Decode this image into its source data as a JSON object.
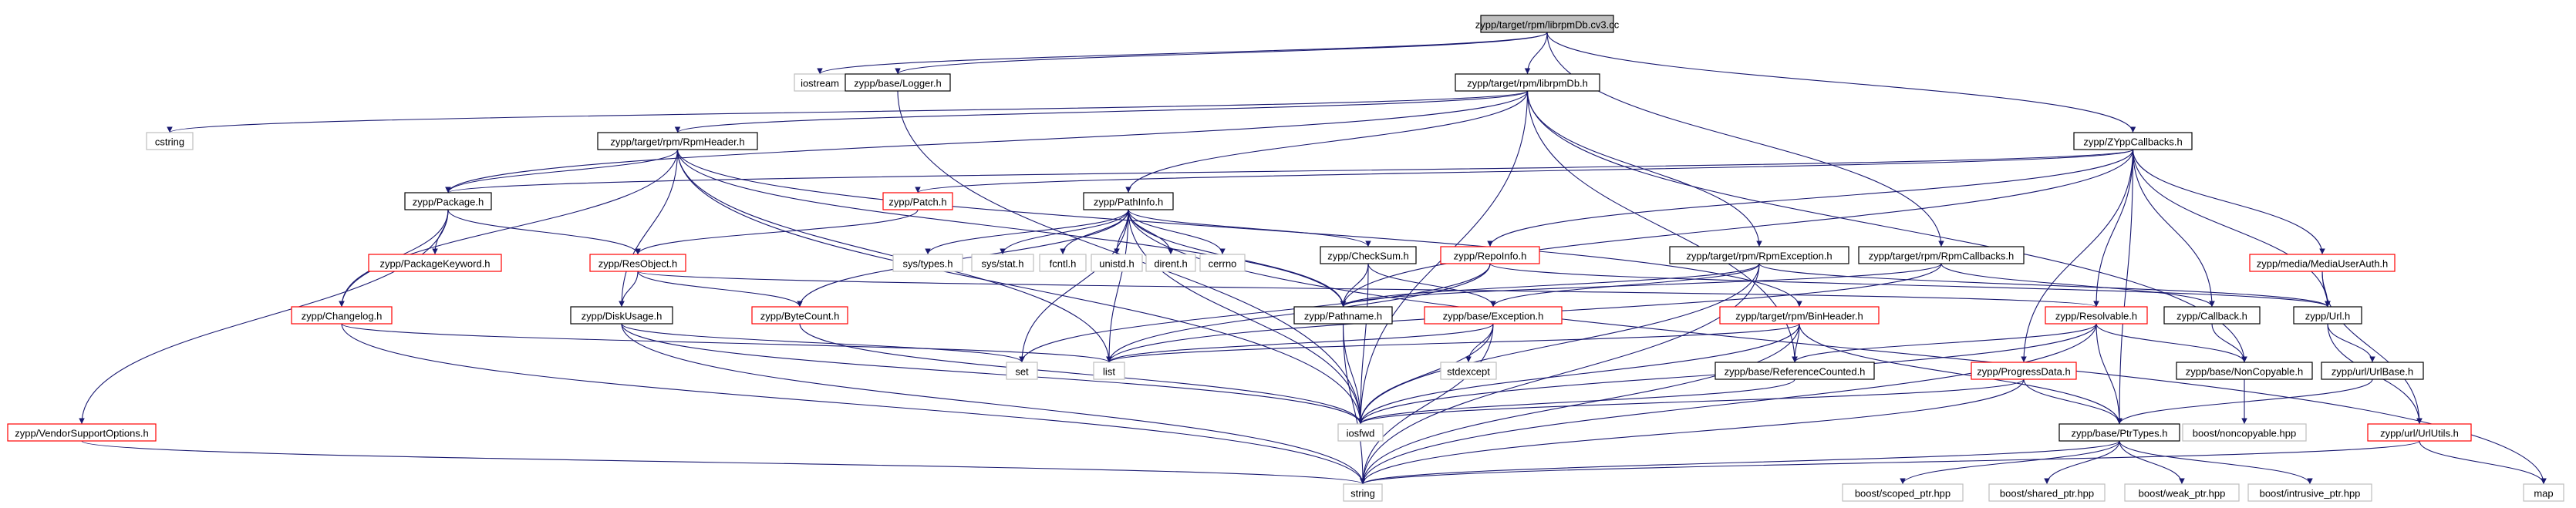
{
  "graph": {
    "nodes": [
      {
        "id": "root",
        "label": "zypp/target/rpm/librpmDb.cv3.cc",
        "kind": "root"
      },
      {
        "id": "iostream",
        "label": "iostream",
        "kind": "system"
      },
      {
        "id": "logger",
        "label": "zypp/base/Logger.h",
        "kind": "doc"
      },
      {
        "id": "librpmdb",
        "label": "zypp/target/rpm/librpmDb.h",
        "kind": "doc"
      },
      {
        "id": "zyppcb",
        "label": "zypp/ZYppCallbacks.h",
        "kind": "doc"
      },
      {
        "id": "cstring",
        "label": "cstring",
        "kind": "system"
      },
      {
        "id": "rpmheader",
        "label": "zypp/target/rpm/RpmHeader.h",
        "kind": "doc"
      },
      {
        "id": "package",
        "label": "zypp/Package.h",
        "kind": "doc"
      },
      {
        "id": "patch",
        "label": "zypp/Patch.h",
        "kind": "nodoc"
      },
      {
        "id": "pathinfo",
        "label": "zypp/PathInfo.h",
        "kind": "doc"
      },
      {
        "id": "pkgkeyword",
        "label": "zypp/PackageKeyword.h",
        "kind": "nodoc"
      },
      {
        "id": "resobject",
        "label": "zypp/ResObject.h",
        "kind": "nodoc"
      },
      {
        "id": "systypes",
        "label": "sys/types.h",
        "kind": "system"
      },
      {
        "id": "sysstat",
        "label": "sys/stat.h",
        "kind": "system"
      },
      {
        "id": "fcntl",
        "label": "fcntl.h",
        "kind": "system"
      },
      {
        "id": "unistd",
        "label": "unistd.h",
        "kind": "system"
      },
      {
        "id": "dirent",
        "label": "dirent.h",
        "kind": "system"
      },
      {
        "id": "cerrno",
        "label": "cerrno",
        "kind": "system"
      },
      {
        "id": "checksum",
        "label": "zypp/CheckSum.h",
        "kind": "doc"
      },
      {
        "id": "repoinfo",
        "label": "zypp/RepoInfo.h",
        "kind": "nodoc"
      },
      {
        "id": "rpmexc",
        "label": "zypp/target/rpm/RpmException.h",
        "kind": "doc"
      },
      {
        "id": "rpmcb",
        "label": "zypp/target/rpm/RpmCallbacks.h",
        "kind": "doc"
      },
      {
        "id": "mediauserauth",
        "label": "zypp/media/MediaUserAuth.h",
        "kind": "nodoc"
      },
      {
        "id": "changelog",
        "label": "zypp/Changelog.h",
        "kind": "nodoc"
      },
      {
        "id": "diskusage",
        "label": "zypp/DiskUsage.h",
        "kind": "doc"
      },
      {
        "id": "bytecount",
        "label": "zypp/ByteCount.h",
        "kind": "nodoc"
      },
      {
        "id": "pathname",
        "label": "zypp/Pathname.h",
        "kind": "doc"
      },
      {
        "id": "exception",
        "label": "zypp/base/Exception.h",
        "kind": "nodoc"
      },
      {
        "id": "binheader",
        "label": "zypp/target/rpm/BinHeader.h",
        "kind": "nodoc"
      },
      {
        "id": "resolvable",
        "label": "zypp/Resolvable.h",
        "kind": "nodoc"
      },
      {
        "id": "callback",
        "label": "zypp/Callback.h",
        "kind": "doc"
      },
      {
        "id": "url",
        "label": "zypp/Url.h",
        "kind": "doc"
      },
      {
        "id": "set",
        "label": "set",
        "kind": "system"
      },
      {
        "id": "list",
        "label": "list",
        "kind": "system"
      },
      {
        "id": "stdexcept",
        "label": "stdexcept",
        "kind": "system"
      },
      {
        "id": "refcounted",
        "label": "zypp/base/ReferenceCounted.h",
        "kind": "doc"
      },
      {
        "id": "noncopyable",
        "label": "zypp/base/NonCopyable.h",
        "kind": "doc"
      },
      {
        "id": "urlbase",
        "label": "zypp/url/UrlBase.h",
        "kind": "doc"
      },
      {
        "id": "progressdata",
        "label": "zypp/ProgressData.h",
        "kind": "nodoc"
      },
      {
        "id": "vendorsupport",
        "label": "zypp/VendorSupportOptions.h",
        "kind": "nodoc"
      },
      {
        "id": "iosfwd",
        "label": "iosfwd",
        "kind": "system"
      },
      {
        "id": "ptrtypes",
        "label": "zypp/base/PtrTypes.h",
        "kind": "doc"
      },
      {
        "id": "boostnoncopy",
        "label": "boost/noncopyable.hpp",
        "kind": "system"
      },
      {
        "id": "urlutils",
        "label": "zypp/url/UrlUtils.h",
        "kind": "nodoc"
      },
      {
        "id": "string",
        "label": "string",
        "kind": "system"
      },
      {
        "id": "scopedptr",
        "label": "boost/scoped_ptr.hpp",
        "kind": "system"
      },
      {
        "id": "sharedptr",
        "label": "boost/shared_ptr.hpp",
        "kind": "system"
      },
      {
        "id": "weakptr",
        "label": "boost/weak_ptr.hpp",
        "kind": "system"
      },
      {
        "id": "intrusiveptr",
        "label": "boost/intrusive_ptr.hpp",
        "kind": "system"
      },
      {
        "id": "map",
        "label": "map",
        "kind": "system"
      }
    ],
    "edges": [
      [
        "root",
        "iostream"
      ],
      [
        "root",
        "logger"
      ],
      [
        "root",
        "librpmdb"
      ],
      [
        "root",
        "zyppcb"
      ],
      [
        "root",
        "rpmcb"
      ],
      [
        "logger",
        "iosfwd"
      ],
      [
        "librpmdb",
        "cstring"
      ],
      [
        "librpmdb",
        "rpmheader"
      ],
      [
        "librpmdb",
        "package"
      ],
      [
        "librpmdb",
        "pathinfo"
      ],
      [
        "librpmdb",
        "rpmexc"
      ],
      [
        "librpmdb",
        "refcounted"
      ],
      [
        "librpmdb",
        "noncopyable"
      ],
      [
        "librpmdb",
        "iosfwd"
      ],
      [
        "zyppcb",
        "package"
      ],
      [
        "zyppcb",
        "patch"
      ],
      [
        "zyppcb",
        "repoinfo"
      ],
      [
        "zyppcb",
        "pathname"
      ],
      [
        "zyppcb",
        "resolvable"
      ],
      [
        "zyppcb",
        "callback"
      ],
      [
        "zyppcb",
        "url"
      ],
      [
        "zyppcb",
        "mediauserauth"
      ],
      [
        "zyppcb",
        "progressdata"
      ],
      [
        "zyppcb",
        "ptrtypes"
      ],
      [
        "rpmheader",
        "package"
      ],
      [
        "rpmheader",
        "changelog"
      ],
      [
        "rpmheader",
        "diskusage"
      ],
      [
        "rpmheader",
        "binheader"
      ],
      [
        "rpmheader",
        "pathname"
      ],
      [
        "rpmheader",
        "list"
      ],
      [
        "rpmheader",
        "iosfwd"
      ],
      [
        "package",
        "changelog"
      ],
      [
        "package",
        "pkgkeyword"
      ],
      [
        "package",
        "resobject"
      ],
      [
        "package",
        "vendorsupport"
      ],
      [
        "patch",
        "resobject"
      ],
      [
        "pathinfo",
        "systypes"
      ],
      [
        "pathinfo",
        "sysstat"
      ],
      [
        "pathinfo",
        "fcntl"
      ],
      [
        "pathinfo",
        "unistd"
      ],
      [
        "pathinfo",
        "dirent"
      ],
      [
        "pathinfo",
        "cerrno"
      ],
      [
        "pathinfo",
        "checksum"
      ],
      [
        "pathinfo",
        "bytecount"
      ],
      [
        "pathinfo",
        "pathname"
      ],
      [
        "pathinfo",
        "set"
      ],
      [
        "pathinfo",
        "list"
      ],
      [
        "pathinfo",
        "iosfwd"
      ],
      [
        "pathinfo",
        "map"
      ],
      [
        "resobject",
        "bytecount"
      ],
      [
        "resobject",
        "diskusage"
      ],
      [
        "resobject",
        "resolvable"
      ],
      [
        "checksum",
        "pathname"
      ],
      [
        "checksum",
        "exception"
      ],
      [
        "checksum",
        "iosfwd"
      ],
      [
        "repoinfo",
        "url"
      ],
      [
        "repoinfo",
        "set"
      ],
      [
        "repoinfo",
        "list"
      ],
      [
        "rpmexc",
        "pathname"
      ],
      [
        "rpmexc",
        "exception"
      ],
      [
        "rpmexc",
        "url"
      ],
      [
        "rpmexc",
        "string"
      ],
      [
        "rpmexc",
        "iosfwd"
      ],
      [
        "rpmcb",
        "callback"
      ],
      [
        "rpmcb",
        "pathname"
      ],
      [
        "rpmcb",
        "list"
      ],
      [
        "mediauserauth",
        "url"
      ],
      [
        "mediauserauth",
        "urlutils"
      ],
      [
        "changelog",
        "list"
      ],
      [
        "changelog",
        "string"
      ],
      [
        "diskusage",
        "set"
      ],
      [
        "diskusage",
        "string"
      ],
      [
        "diskusage",
        "iosfwd"
      ],
      [
        "bytecount",
        "iosfwd"
      ],
      [
        "pathname",
        "string"
      ],
      [
        "pathname",
        "iosfwd"
      ],
      [
        "exception",
        "stdexcept"
      ],
      [
        "exception",
        "iosfwd"
      ],
      [
        "exception",
        "string"
      ],
      [
        "exception",
        "list"
      ],
      [
        "binheader",
        "refcounted"
      ],
      [
        "binheader",
        "ptrtypes"
      ],
      [
        "binheader",
        "list"
      ],
      [
        "binheader",
        "string"
      ],
      [
        "binheader",
        "iosfwd"
      ],
      [
        "resolvable",
        "ptrtypes"
      ],
      [
        "resolvable",
        "refcounted"
      ],
      [
        "resolvable",
        "noncopyable"
      ],
      [
        "resolvable",
        "iosfwd"
      ],
      [
        "resolvable",
        "string"
      ],
      [
        "callback",
        "noncopyable"
      ],
      [
        "url",
        "urlbase"
      ],
      [
        "url",
        "urlutils"
      ],
      [
        "refcounted",
        "iosfwd"
      ],
      [
        "noncopyable",
        "boostnoncopy"
      ],
      [
        "urlbase",
        "ptrtypes"
      ],
      [
        "progressdata",
        "ptrtypes"
      ],
      [
        "progressdata",
        "string"
      ],
      [
        "progressdata",
        "iosfwd"
      ],
      [
        "vendorsupport",
        "string"
      ],
      [
        "ptrtypes",
        "string"
      ],
      [
        "ptrtypes",
        "scopedptr"
      ],
      [
        "ptrtypes",
        "sharedptr"
      ],
      [
        "ptrtypes",
        "weakptr"
      ],
      [
        "ptrtypes",
        "intrusiveptr"
      ],
      [
        "urlutils",
        "string"
      ],
      [
        "urlutils",
        "map"
      ]
    ]
  },
  "style": {
    "edge_color": "#191970",
    "root_fill": "#bfbfbf",
    "doc_border": "#000000",
    "nodoc_border": "#ff0000",
    "system_border": "#bfbfbf",
    "system_text": "#555555"
  }
}
